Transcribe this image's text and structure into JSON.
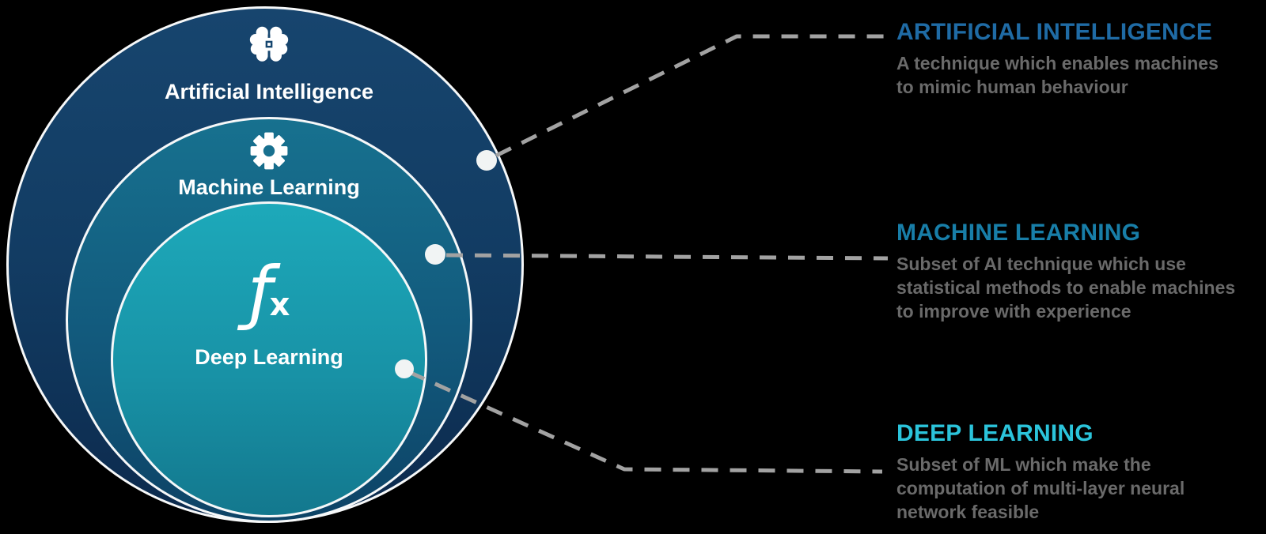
{
  "diagram": {
    "rings": [
      {
        "name": "Artificial Intelligence",
        "icon": "brain-chip-icon"
      },
      {
        "name": "Machine Learning",
        "icon": "gear-icon"
      },
      {
        "name": "Deep Learning",
        "icon": "function-fx-icon"
      }
    ],
    "fx_glyph_f": "ƒ",
    "fx_glyph_x": "x"
  },
  "annotations": [
    {
      "title": "ARTIFICIAL INTELLIGENCE",
      "accent_color": "#1f6ba5",
      "lines": [
        "A technique which enables machines",
        "to mimic human behaviour"
      ]
    },
    {
      "title": "MACHINE LEARNING",
      "accent_color": "#187ea8",
      "lines": [
        "Subset of AI technique which use",
        "statistical methods to enable machines",
        "to improve with experience"
      ]
    },
    {
      "title": "DEEP LEARNING",
      "accent_color": "#2bc4db",
      "lines": [
        "Subset of ML which make the",
        "computation of multi-layer neural",
        "network feasible"
      ]
    }
  ],
  "colors": {
    "background": "#000000",
    "connector_line": "#a2a2a2",
    "connector_dot": "#f1f4f4",
    "circle_border": "#f6f8f9",
    "circle_ai_top": "#17456e",
    "circle_ai_bottom": "#0c2a4d",
    "circle_ml_top": "#17718f",
    "circle_ml_bottom": "#0d4366",
    "circle_dl_top": "#1da9ba",
    "circle_dl_bottom": "#13788e",
    "ring_label_text": "#ffffff",
    "annotation_body_text": "#6a6a6a"
  }
}
